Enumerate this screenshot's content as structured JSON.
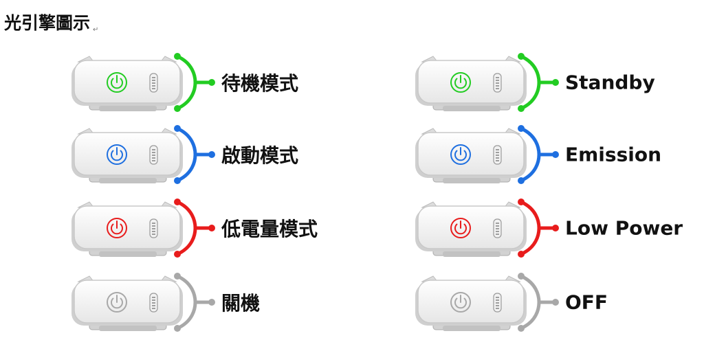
{
  "title": "光引擎圖示",
  "title_mark": "↵",
  "modes_zh": [
    {
      "label": "待機模式",
      "color": "#22cc22"
    },
    {
      "label": "啟動模式",
      "color": "#1e6fe0"
    },
    {
      "label": "低電量模式",
      "color": "#e81c1c"
    },
    {
      "label": "關機",
      "color": "#a8a8a8"
    }
  ],
  "modes_en": [
    {
      "label": "Standby",
      "color": "#22cc22"
    },
    {
      "label": "Emission",
      "color": "#1e6fe0"
    },
    {
      "label": "Low Power",
      "color": "#e81c1c"
    },
    {
      "label": "OFF",
      "color": "#a8a8a8"
    }
  ],
  "icons": {
    "device": "light-engine-device",
    "power": "power-icon",
    "battery": "battery-indicator-icon"
  }
}
